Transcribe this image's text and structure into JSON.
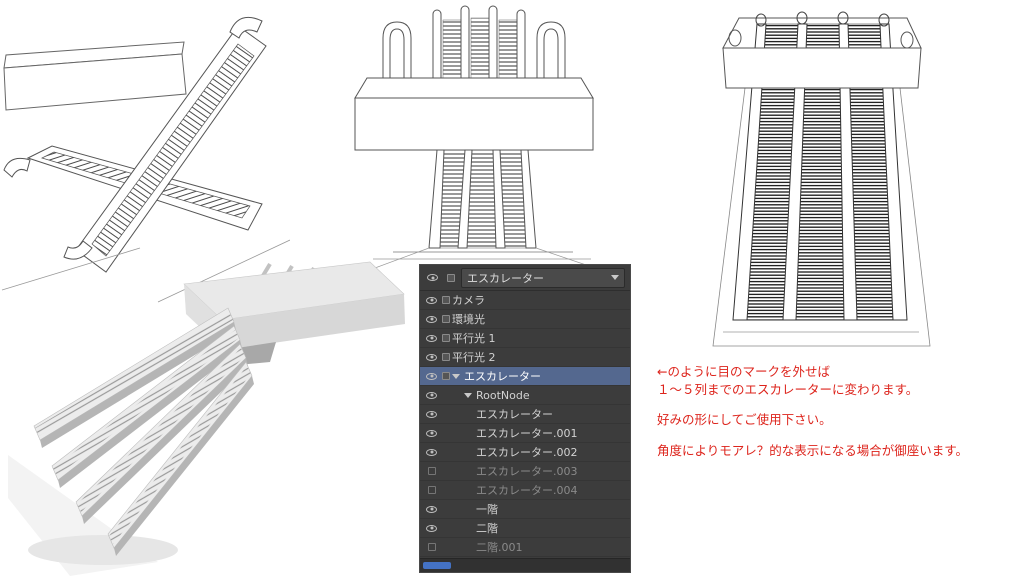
{
  "outliner": {
    "header": {
      "collection_label": "エスカレーター"
    },
    "items": [
      {
        "label": "カメラ",
        "indent": 1,
        "eye": true,
        "box": true,
        "expander": false,
        "selected": false,
        "dimmed": false
      },
      {
        "label": "環境光",
        "indent": 1,
        "eye": true,
        "box": true,
        "expander": false,
        "selected": false,
        "dimmed": false
      },
      {
        "label": "平行光 1",
        "indent": 1,
        "eye": true,
        "box": true,
        "expander": false,
        "selected": false,
        "dimmed": false
      },
      {
        "label": "平行光 2",
        "indent": 1,
        "eye": true,
        "box": true,
        "expander": false,
        "selected": false,
        "dimmed": false
      },
      {
        "label": "エスカレーター",
        "indent": 1,
        "eye": true,
        "box": true,
        "expander": true,
        "selected": true,
        "dimmed": false
      },
      {
        "label": "RootNode",
        "indent": 2,
        "eye": true,
        "box": false,
        "expander": true,
        "selected": false,
        "dimmed": false
      },
      {
        "label": "エスカレーター",
        "indent": 3,
        "eye": true,
        "box": false,
        "expander": false,
        "selected": false,
        "dimmed": false
      },
      {
        "label": "エスカレーター.001",
        "indent": 3,
        "eye": true,
        "box": false,
        "expander": false,
        "selected": false,
        "dimmed": false
      },
      {
        "label": "エスカレーター.002",
        "indent": 3,
        "eye": true,
        "box": false,
        "expander": false,
        "selected": false,
        "dimmed": false
      },
      {
        "label": "エスカレーター.003",
        "indent": 3,
        "eye": false,
        "box": false,
        "expander": false,
        "selected": false,
        "dimmed": true
      },
      {
        "label": "エスカレーター.004",
        "indent": 3,
        "eye": false,
        "box": false,
        "expander": false,
        "selected": false,
        "dimmed": true
      },
      {
        "label": "一階",
        "indent": 3,
        "eye": true,
        "box": false,
        "expander": false,
        "selected": false,
        "dimmed": false
      },
      {
        "label": "二階",
        "indent": 3,
        "eye": true,
        "box": false,
        "expander": false,
        "selected": false,
        "dimmed": false
      },
      {
        "label": "二階.001",
        "indent": 3,
        "eye": false,
        "box": false,
        "expander": false,
        "selected": false,
        "dimmed": true
      }
    ]
  },
  "annotation": {
    "color": "#dd241c",
    "para1": [
      "←のように目のマークを外せば",
      "１～５列までのエスカレーターに変わります。"
    ],
    "para2": [
      "好みの形にしてご使用下さい。"
    ],
    "para3": [
      "角度によりモアレ？的な表示になる場合が御座います。"
    ]
  }
}
